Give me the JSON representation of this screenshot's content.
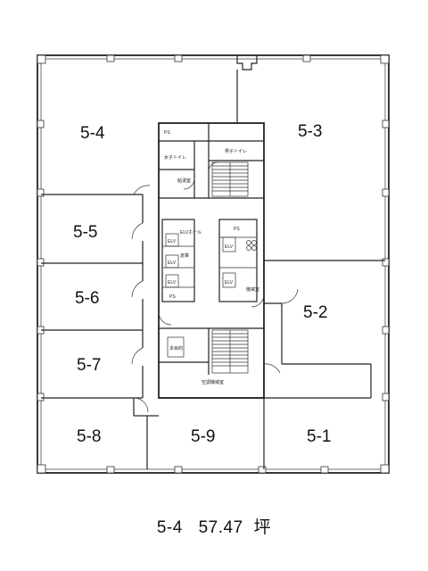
{
  "units": [
    {
      "id": "5-4",
      "label": "5-4"
    },
    {
      "id": "5-3",
      "label": "5-3"
    },
    {
      "id": "5-5",
      "label": "5-5"
    },
    {
      "id": "5-6",
      "label": "5-6"
    },
    {
      "id": "5-2",
      "label": "5-2"
    },
    {
      "id": "5-7",
      "label": "5-7"
    },
    {
      "id": "5-8",
      "label": "5-8"
    },
    {
      "id": "5-9",
      "label": "5-9"
    },
    {
      "id": "5-1",
      "label": "5-1"
    }
  ],
  "core_labels": {
    "ps_top": "PS",
    "womens_toilet": "女子トイレ",
    "mens_toilet": "男子トイレ",
    "utility": "給湯室",
    "elv": "ELV",
    "ps": "PS",
    "mechanical_room": "機械室",
    "elv_hall": "ELVホール",
    "accessible_toilet": "多目的",
    "storage": "倉庫",
    "ac_room": "空調機械室"
  },
  "caption": {
    "unit": "5-4",
    "area_value": "57.47",
    "area_unit": "坪"
  }
}
